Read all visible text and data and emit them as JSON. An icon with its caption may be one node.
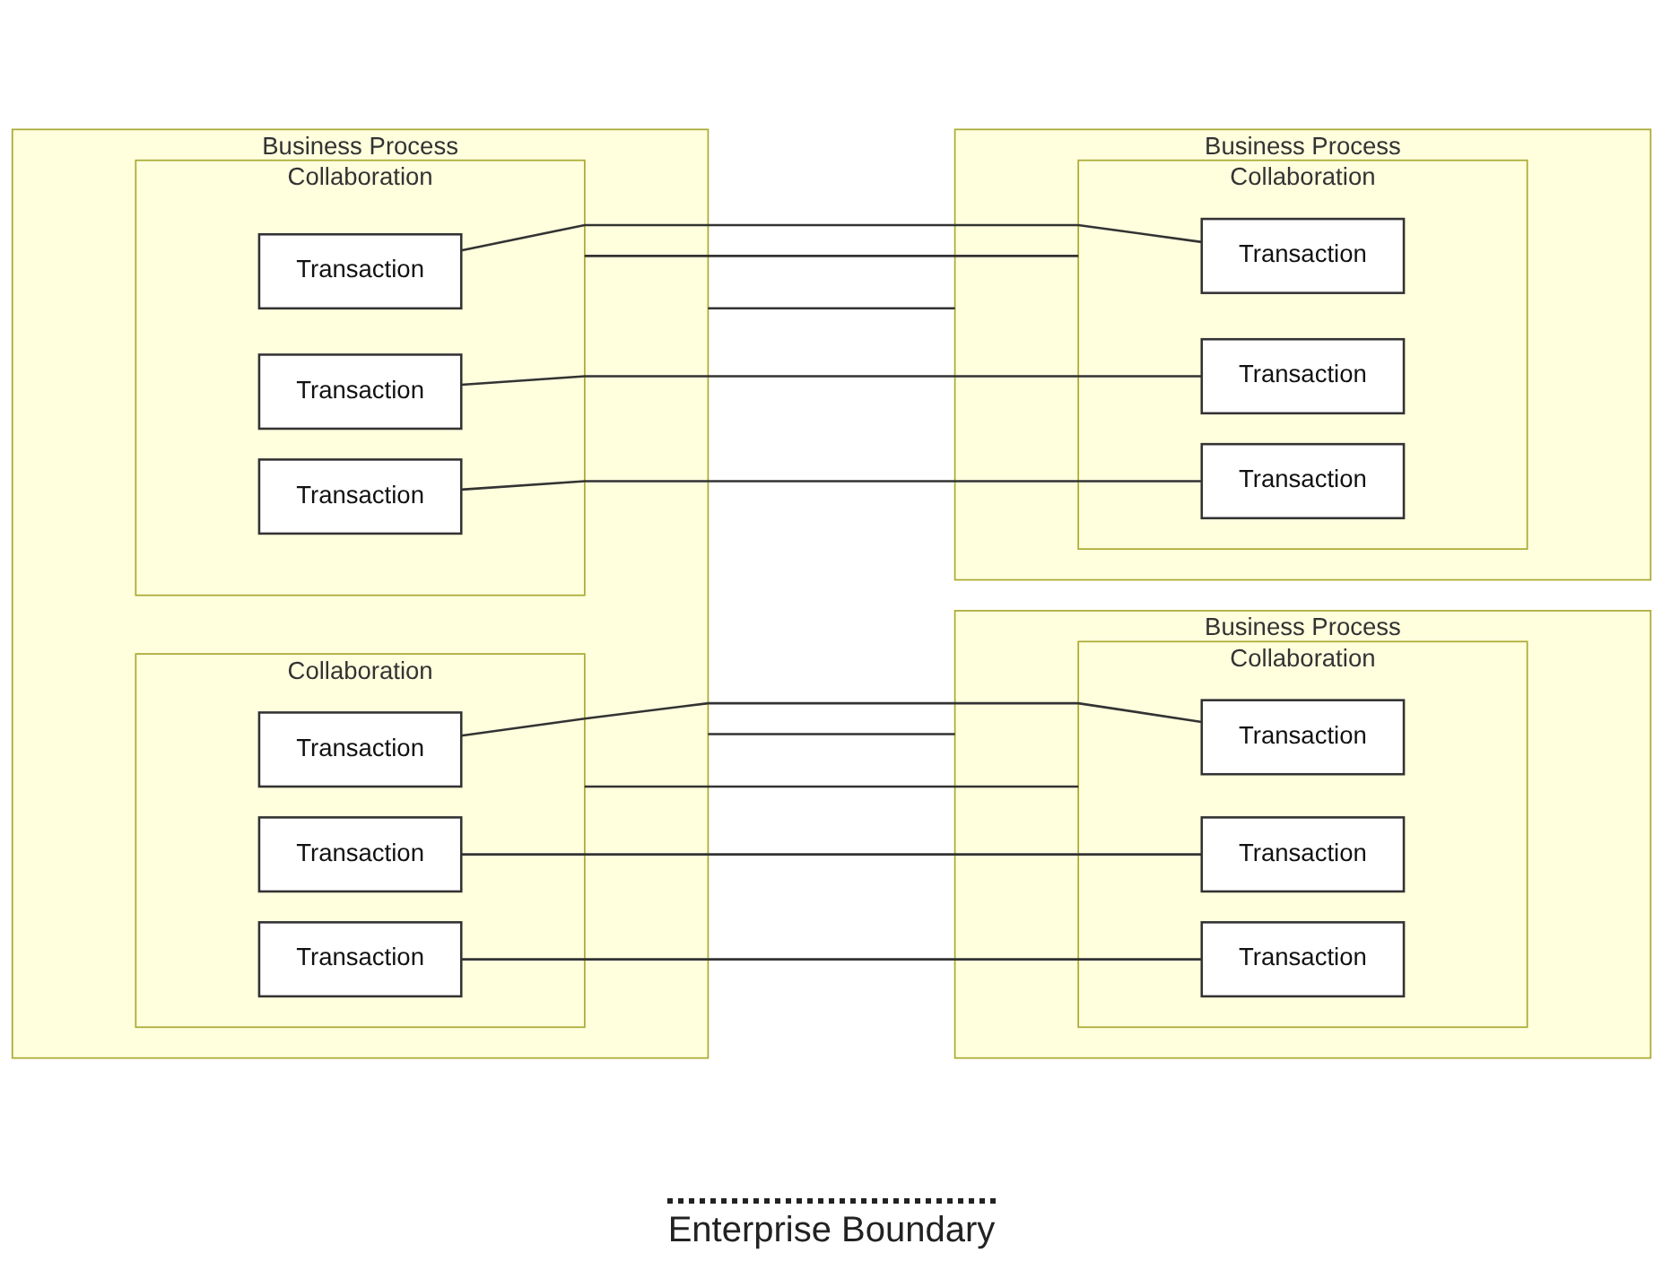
{
  "diagram": {
    "nodes": [
      {
        "text": [
          "Business Process"
        ]
      },
      {
        "text": [
          "Collaboration"
        ],
        "in": 0
      },
      {
        "text": [
          "Transaction"
        ],
        "in": 1
      },
      {
        "text": [
          "Transaction"
        ],
        "in": 1
      },
      {
        "text": [
          "Transaction"
        ],
        "in": 1
      },
      {
        "text": [
          "Collaboration"
        ],
        "in": 0
      },
      {
        "text": [
          "Transaction"
        ],
        "in": 5
      },
      {
        "text": [
          "Transaction"
        ],
        "in": 5
      },
      {
        "text": [
          "Transaction"
        ],
        "in": 5
      },
      {
        "text": [
          "Business Process"
        ]
      },
      {
        "text": [
          "Collaboration"
        ],
        "in": 9
      },
      {
        "text": [
          "Transaction"
        ],
        "in": 10
      },
      {
        "text": [
          "Transaction"
        ],
        "in": 10
      },
      {
        "text": [
          "Transaction"
        ],
        "in": 10
      },
      {
        "text": [
          "Business Process"
        ]
      },
      {
        "text": [
          "Collaboration"
        ],
        "in": 14
      },
      {
        "text": [
          "Transaction"
        ],
        "in": 15
      },
      {
        "text": [
          "Transaction"
        ],
        "in": 15
      },
      {
        "text": [
          "Transaction"
        ],
        "in": 15
      }
    ],
    "edges": [
      {
        "from": 0,
        "to": 9,
        "arrow": "none"
      },
      {
        "from": 1,
        "to": 10,
        "arrow": "none"
      },
      {
        "from": 2,
        "to": 11,
        "arrow": "none"
      },
      {
        "from": 3,
        "to": 12,
        "arrow": "none"
      },
      {
        "from": 4,
        "to": 13,
        "arrow": "none"
      },
      {
        "from": 5,
        "to": 15,
        "arrow": "none"
      },
      {
        "from": 6,
        "to": 16,
        "arrow": "none"
      },
      {
        "from": 7,
        "to": 17,
        "arrow": "none"
      },
      {
        "from": 8,
        "to": 18,
        "arrow": "none"
      },
      {
        "from": 0,
        "to": 14,
        "arrow": "none"
      }
    ],
    "labels": [
      "Enterprise Boundary"
    ]
  }
}
